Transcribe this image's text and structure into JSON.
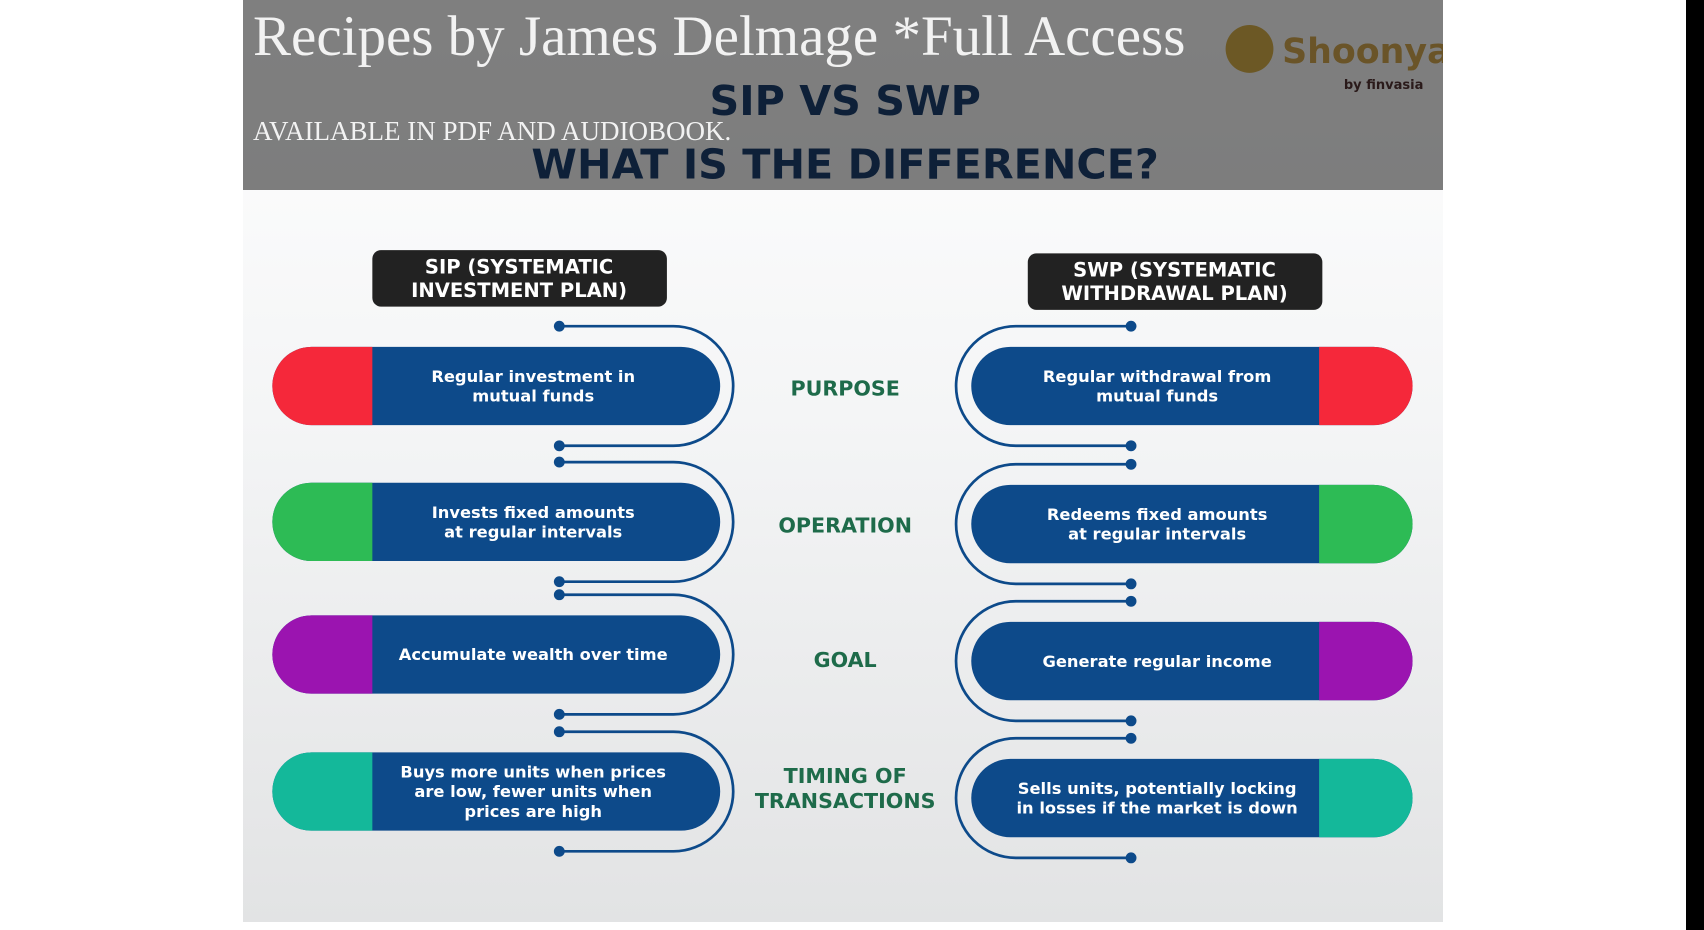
{
  "page": {
    "title": "Recipes by James Delmage *Full Access",
    "subtitle": "AVAILABLE IN PDF AND AUDIOBOOK."
  },
  "infographic": {
    "heading_line1": "SIP VS SWP",
    "heading_line2": "WHAT IS THE DIFFERENCE?",
    "logo_text": "Shoonya",
    "logo_sub": "by finvasia",
    "sip_header": [
      "SIP (SYSTEMATIC",
      "INVESTMENT PLAN)"
    ],
    "swp_header": [
      "SWP (SYSTEMATIC",
      "WITHDRAWAL PLAN)"
    ],
    "rows": [
      {
        "label": [
          "PURPOSE"
        ],
        "sip": [
          "Regular investment in",
          "mutual funds"
        ],
        "swp": [
          "Regular withdrawal from",
          "mutual funds"
        ],
        "color": "#f5283a"
      },
      {
        "label": [
          "OPERATION"
        ],
        "sip": [
          "Invests fixed amounts",
          "at regular intervals"
        ],
        "swp": [
          "Redeems fixed amounts",
          "at regular intervals"
        ],
        "color": "#2dbb55"
      },
      {
        "label": [
          "GOAL"
        ],
        "sip": [
          "Accumulate wealth over time"
        ],
        "swp": [
          "Generate regular income"
        ],
        "color": "#9b14b0"
      },
      {
        "label": [
          "TIMING OF",
          "TRANSACTIONS"
        ],
        "sip": [
          "Buys more units when prices",
          "are low, fewer units when",
          "prices are high"
        ],
        "swp": [
          "Sells units, potentially locking",
          "in losses if the market is down"
        ],
        "color": "#14b89a"
      }
    ],
    "colors": {
      "navy": "#0d4a8a",
      "label_green": "#1e6b4a",
      "heading": "#1c3f70"
    }
  }
}
